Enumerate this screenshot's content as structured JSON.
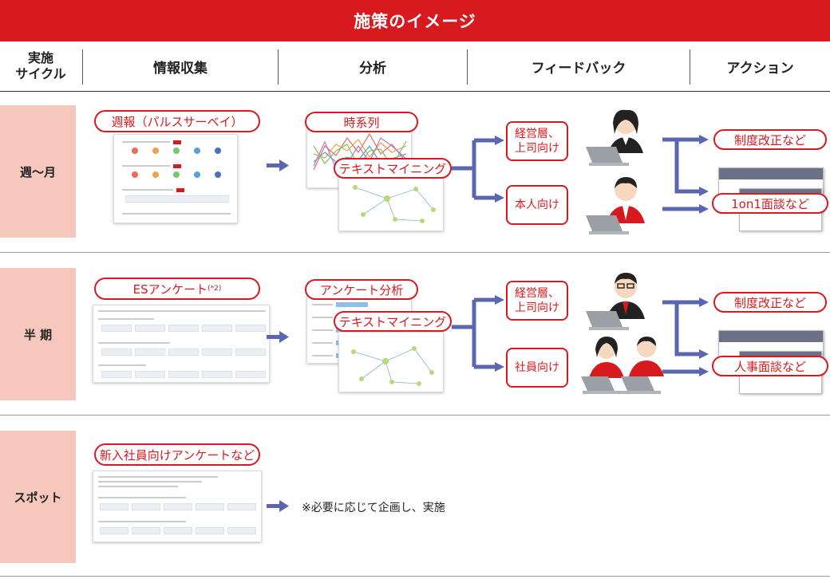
{
  "title": "施策のイメージ",
  "headers": {
    "cycle_line1": "実施",
    "cycle_line2": "サイクル",
    "collect": "情報収集",
    "analyze": "分析",
    "feedback": "フィードバック",
    "action": "アクション"
  },
  "rows": [
    {
      "label": "週〜月",
      "collect": "週報（パルスサーベイ）",
      "analysis_top": "時系列",
      "analysis_bottom": "テキストマイニング",
      "feedback_top_line1": "経営層、",
      "feedback_top_line2": "上司向け",
      "feedback_bottom": "本人向け",
      "action_top": "制度改正など",
      "action_bottom": "1on1面談など"
    },
    {
      "label": "半 期",
      "collect": "ESアンケート",
      "collect_note": "(*2)",
      "analysis_top": "アンケート分析",
      "analysis_bottom": "テキストマイニング",
      "feedback_top_line1": "経営層、",
      "feedback_top_line2": "上司向け",
      "feedback_bottom": "社員向け",
      "action_top": "制度改正など",
      "action_bottom": "人事面談など"
    },
    {
      "label": "スポット",
      "collect": "新入社員向けアンケートなど",
      "note": "※必要に応じて企画し、実施"
    }
  ],
  "colors": {
    "brand_red": "#d71920",
    "row_label_bg": "#f6c8bd",
    "arrow_blue": "#5b66b0"
  },
  "icons": [
    "businesswoman-icon",
    "businessman-icon",
    "executive-icon",
    "employees-icon",
    "laptop-icon",
    "arrow-icon"
  ]
}
